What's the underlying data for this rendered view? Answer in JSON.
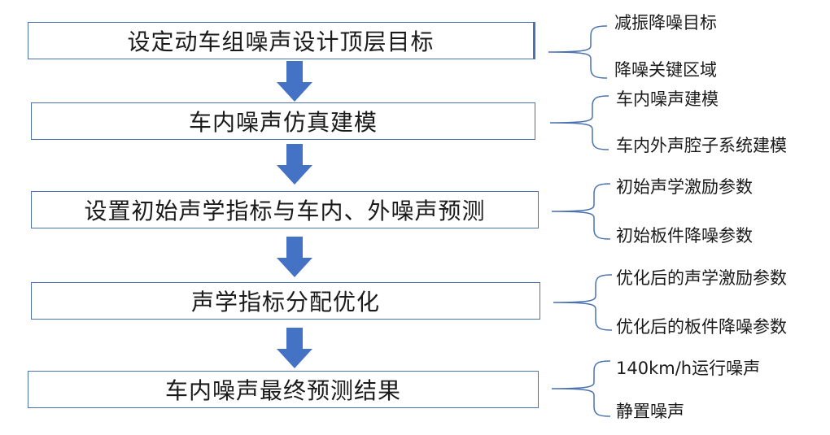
{
  "flowchart": {
    "steps": [
      {
        "label": "设定动车组噪声设计顶层目标",
        "outputs": [
          "减振降噪目标",
          "降噪关键区域"
        ]
      },
      {
        "label": "车内噪声仿真建模",
        "outputs": [
          "车内噪声建模",
          "车内外声腔子系统建模"
        ]
      },
      {
        "label": "设置初始声学指标与车内、外噪声预测",
        "outputs": [
          "初始声学激励参数",
          "初始板件降噪参数"
        ]
      },
      {
        "label": "声学指标分配优化",
        "outputs": [
          "优化后的声学激励参数",
          "优化后的板件降噪参数"
        ]
      },
      {
        "label": "车内噪声最终预测结果",
        "outputs": [
          "140km/h运行噪声",
          "静置噪声"
        ]
      }
    ],
    "colors": {
      "arrow": "#4472c4",
      "box_border": "#4a72b0",
      "bracket": "#4a72b0"
    }
  }
}
